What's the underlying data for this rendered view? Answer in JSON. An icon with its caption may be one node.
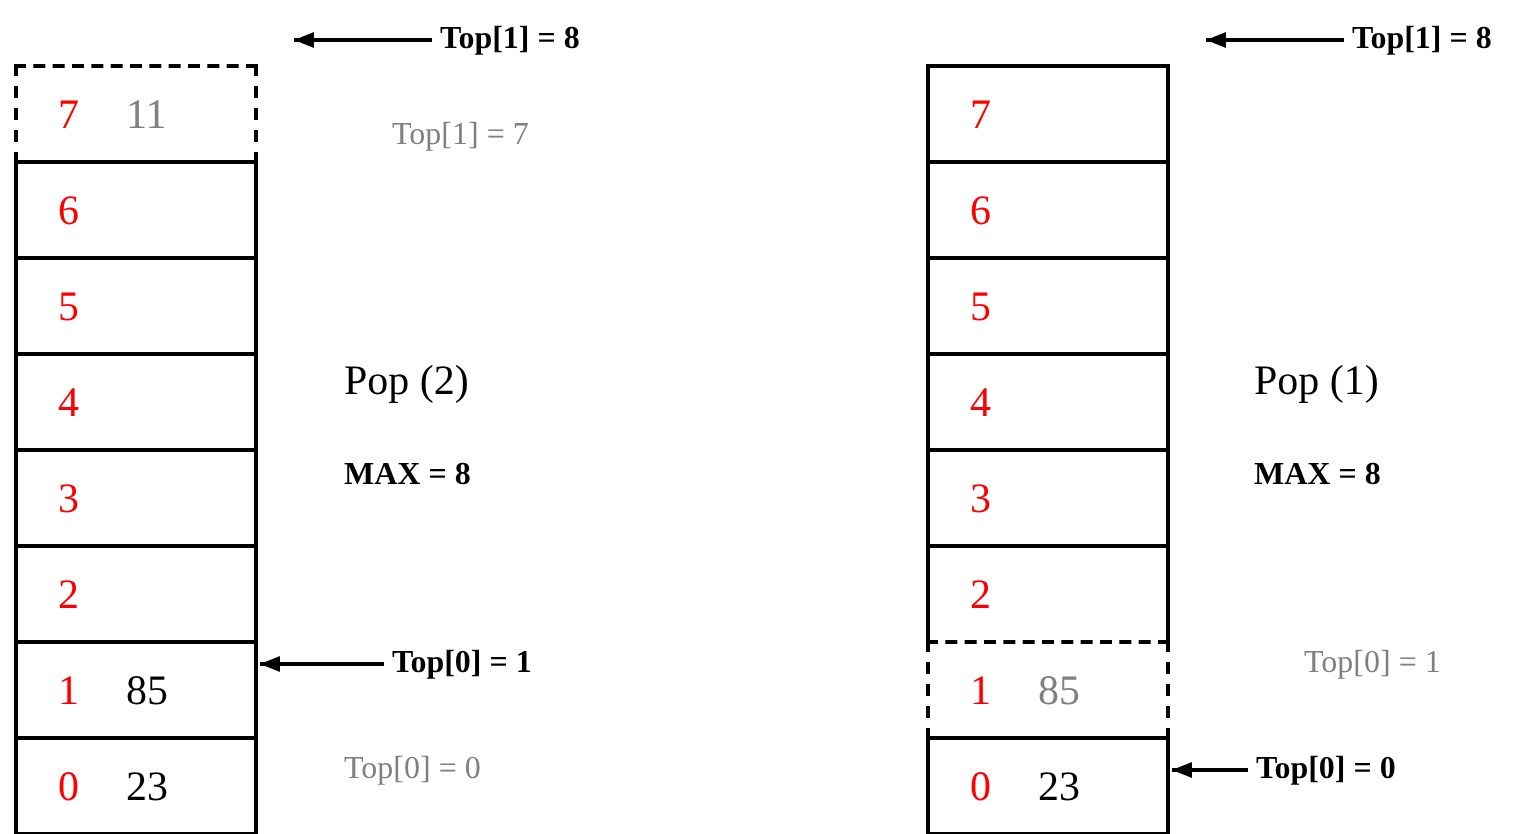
{
  "diagram": {
    "nodes": [
      {
        "text": [
          "7",
          "11"
        ]
      },
      {
        "text": [
          "6"
        ]
      },
      {
        "text": [
          "5"
        ]
      },
      {
        "text": [
          "4"
        ]
      },
      {
        "text": [
          "3"
        ]
      },
      {
        "text": [
          "2"
        ]
      },
      {
        "text": [
          "1",
          "85"
        ]
      },
      {
        "text": [
          "0",
          "23"
        ]
      },
      {
        "text": [
          "Top[1] = 8"
        ]
      },
      {
        "text": [
          "Top[0] = 1"
        ]
      },
      {
        "text": [
          "7"
        ]
      },
      {
        "text": [
          "6"
        ]
      },
      {
        "text": [
          "5"
        ]
      },
      {
        "text": [
          "4"
        ]
      },
      {
        "text": [
          "3"
        ]
      },
      {
        "text": [
          "2"
        ]
      },
      {
        "text": [
          "1",
          "85"
        ]
      },
      {
        "text": [
          "0",
          "23"
        ]
      },
      {
        "text": [
          "Top[1] = 8"
        ]
      },
      {
        "text": [
          "Top[0] = 0"
        ]
      }
    ],
    "edges": [
      {
        "from": 8,
        "to": 0,
        "arrow": "to"
      },
      {
        "from": 9,
        "to": 6,
        "arrow": "to"
      },
      {
        "from": 18,
        "to": 10,
        "arrow": "to"
      },
      {
        "from": 19,
        "to": 17,
        "arrow": "to"
      }
    ],
    "labels": [
      "Top[1] = 7",
      "Pop (2)",
      "MAX = 8",
      "Top[0] = 0",
      "Pop (1)",
      "MAX = 8",
      "Top[0] = 1"
    ]
  }
}
